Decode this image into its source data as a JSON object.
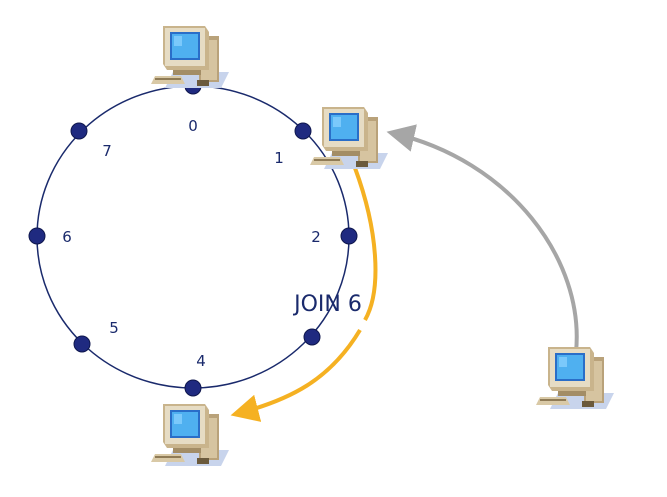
{
  "ring": {
    "nodes": [
      {
        "id": "0",
        "label": "0"
      },
      {
        "id": "1",
        "label": "1"
      },
      {
        "id": "2",
        "label": "2"
      },
      {
        "id": "3",
        "label": ""
      },
      {
        "id": "4",
        "label": "4"
      },
      {
        "id": "5",
        "label": "5"
      },
      {
        "id": "6",
        "label": "6"
      },
      {
        "id": "7",
        "label": "7"
      }
    ]
  },
  "message": {
    "label": "JOIN 6"
  },
  "colors": {
    "ring": "#1a2a6c",
    "node_fill": "#1f2a80",
    "label": "#1a2a6c",
    "join_arrow": "#f5b122",
    "incoming_arrow": "#a6a6a6"
  },
  "icons": {
    "computer": "desktop-computer-icon"
  }
}
